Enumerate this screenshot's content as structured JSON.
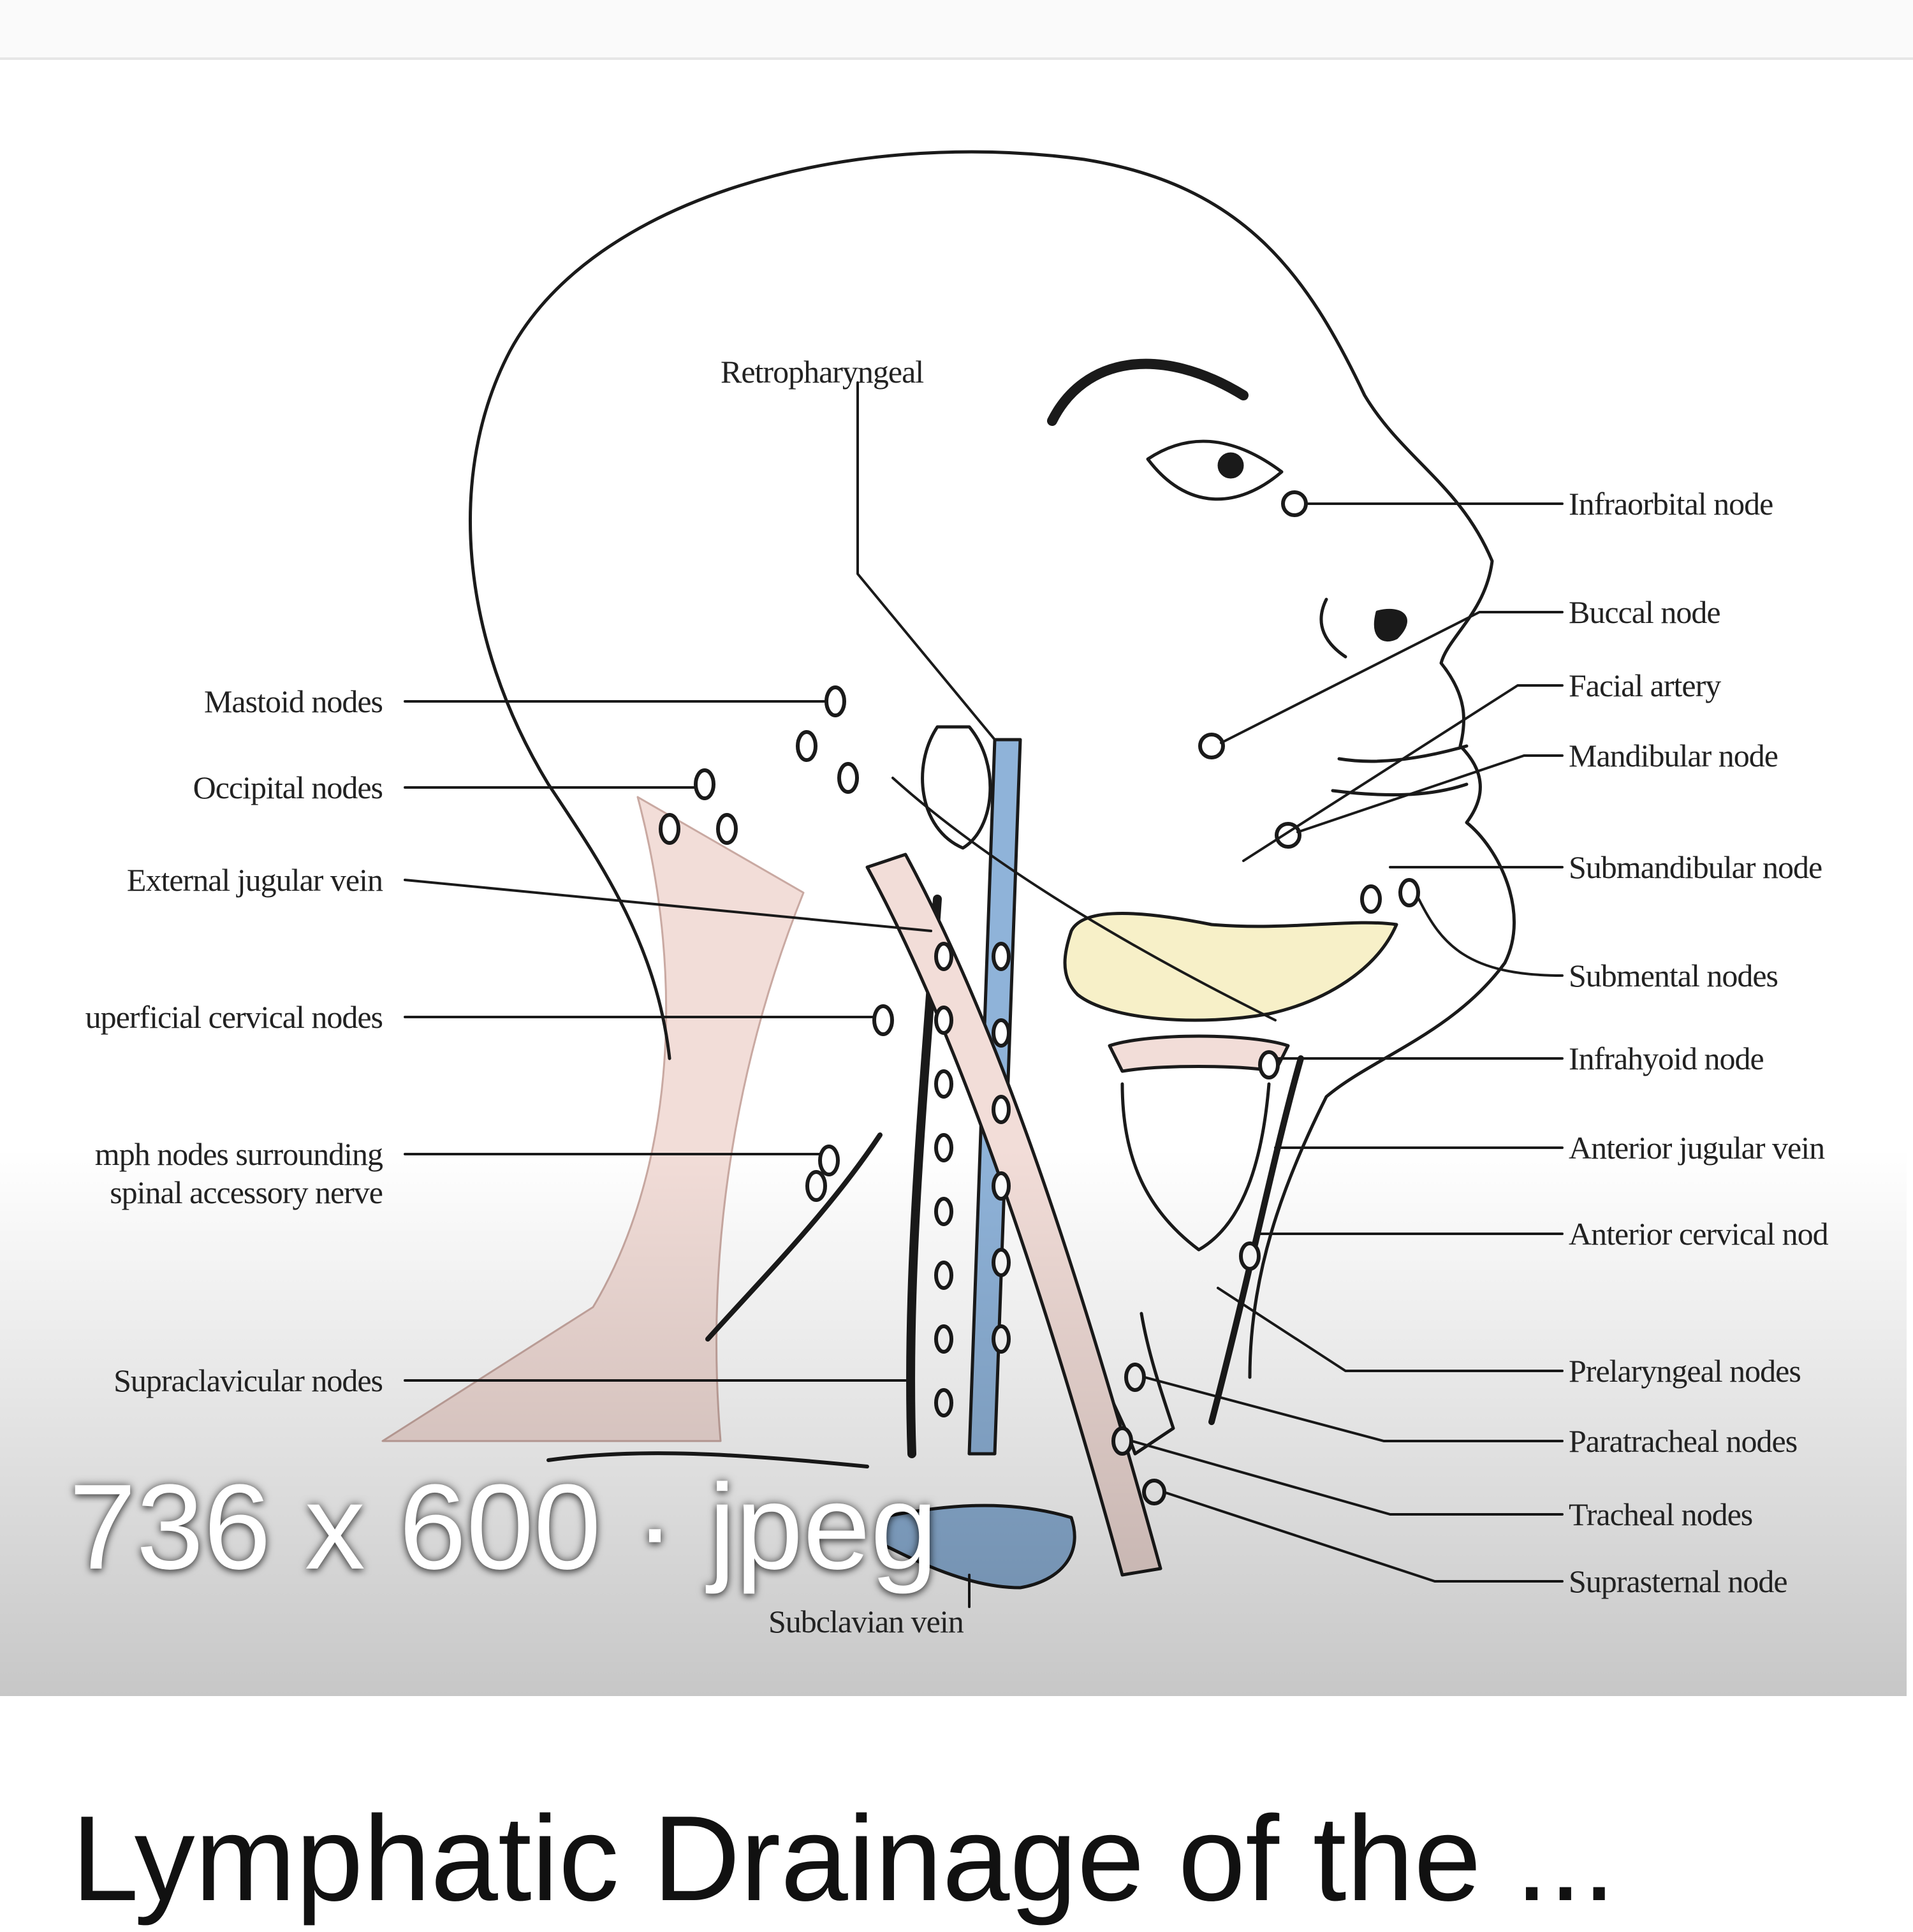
{
  "result": {
    "meta": "736 x 600 · jpeg",
    "title": "Lymphatic Drainage of the ..."
  },
  "diagram": {
    "labels": {
      "retropharyngeal": "Retropharyngeal",
      "mastoid": "Mastoid nodes",
      "occipital": "Occipital nodes",
      "external_jugular": "External jugular vein",
      "superficial_cervical": "uperficial cervical nodes",
      "spinal_accessory_1": "mph nodes surrounding",
      "spinal_accessory_2": "spinal accessory nerve",
      "supraclavicular": "Supraclavicular nodes",
      "subclavian": "Subclavian vein",
      "infraorbital": "Infraorbital node",
      "buccal": "Buccal node",
      "facial_artery": "Facial artery",
      "mandibular": "Mandibular node",
      "submandibular": "Submandibular node",
      "submental": "Submental nodes",
      "infrahyoid": "Infrahyoid node",
      "anterior_jugular": "Anterior jugular vein",
      "anterior_cervical": "Anterior cervical nod",
      "prelaryngeal": "Prelaryngeal nodes",
      "paratracheal": "Paratracheal nodes",
      "tracheal": "Tracheal nodes",
      "suprasternal": "Suprasternal node"
    },
    "colors": {
      "vein": "#8fb3d9",
      "muscle": "#f2ddd8",
      "gland": "#f7f0c8",
      "outline": "#1a1a1a"
    }
  }
}
